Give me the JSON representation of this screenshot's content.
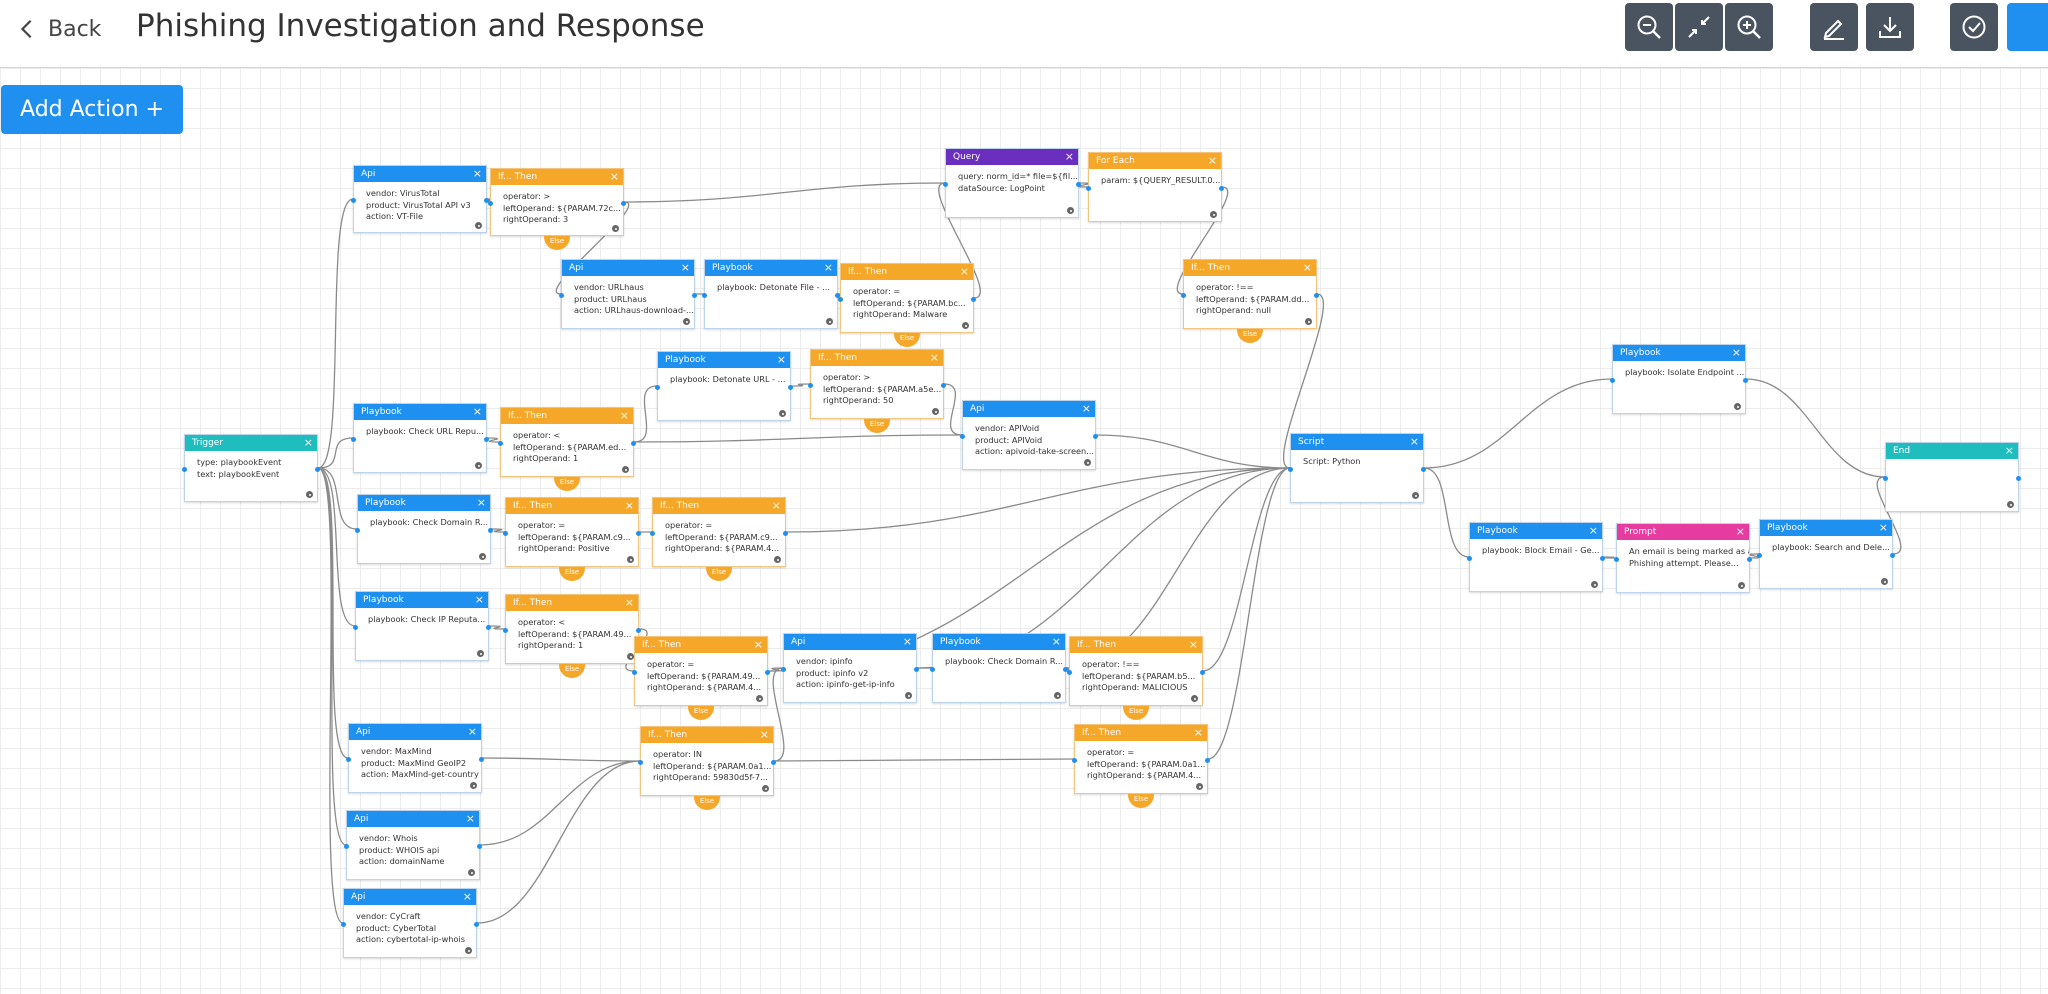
{
  "header": {
    "back_label": "Back",
    "title": "Phishing Investigation and Response",
    "toolbar": [
      {
        "id": "zoom-out",
        "icon": "zoom-out-icon"
      },
      {
        "id": "fit",
        "icon": "compress-icon"
      },
      {
        "id": "zoom-in",
        "icon": "zoom-in-icon"
      },
      {
        "id": "edit",
        "icon": "pencil-icon"
      },
      {
        "id": "download",
        "icon": "download-icon"
      },
      {
        "id": "validate",
        "icon": "check-circle-icon"
      }
    ]
  },
  "add_action_label": "Add Action +",
  "colors": {
    "api": "#1e90f0",
    "condition": "#f5a72a",
    "query": "#6b2fbf",
    "trigger": "#1fbdbd",
    "prompt": "#e63ca0",
    "accent": "#1f90f0"
  },
  "else_label": "Else",
  "close_glyph": "×",
  "nodes": [
    {
      "id": "trigger",
      "type": "trigger",
      "title": "Trigger",
      "lines": [
        "type: playbookEvent",
        "text: playbookEvent"
      ]
    },
    {
      "id": "api-vt",
      "type": "api",
      "title": "Api",
      "lines": [
        "vendor: VirusTotal",
        "product: VirusTotal API v3",
        "action: VT-File"
      ]
    },
    {
      "id": "if-vt",
      "type": "cond",
      "title": "If... Then",
      "lines": [
        "operator: >",
        "leftOperand: ${PARAM.72c...",
        "rightOperand: 3"
      ]
    },
    {
      "id": "query",
      "type": "query",
      "title": "Query",
      "lines": [
        "query: norm_id=* file=${fil...",
        "dataSource: LogPoint"
      ]
    },
    {
      "id": "foreach",
      "type": "cond",
      "title": "For Each",
      "lines": [
        "param: ${QUERY_RESULT.0...."
      ]
    },
    {
      "id": "api-urlhaus",
      "type": "api",
      "title": "Api",
      "lines": [
        "vendor: URLhaus",
        "product: URLhaus",
        "action: URLhaus-download-..."
      ]
    },
    {
      "id": "pb-detfile",
      "type": "playbook",
      "title": "Playbook",
      "lines": [
        "playbook: Detonate File - ..."
      ]
    },
    {
      "id": "if-malware",
      "type": "cond",
      "title": "If... Then",
      "lines": [
        "operator: =",
        "leftOperand: ${PARAM.bc...",
        "rightOperand: Malware"
      ]
    },
    {
      "id": "if-null",
      "type": "cond",
      "title": "If... Then",
      "lines": [
        "operator: !==",
        "leftOperand: ${PARAM.dd...",
        "rightOperand: null"
      ]
    },
    {
      "id": "pb-deturl",
      "type": "playbook",
      "title": "Playbook",
      "lines": [
        "playbook: Detonate URL - ..."
      ]
    },
    {
      "id": "if-50",
      "type": "cond",
      "title": "If... Then",
      "lines": [
        "operator: >",
        "leftOperand: ${PARAM.a5e...",
        "rightOperand: 50"
      ]
    },
    {
      "id": "pb-urlrep",
      "type": "playbook",
      "title": "Playbook",
      "lines": [
        "playbook: Check URL Repu..."
      ]
    },
    {
      "id": "if-url1",
      "type": "cond",
      "title": "If... Then",
      "lines": [
        "operator: <",
        "leftOperand: ${PARAM.ed...",
        "rightOperand: 1"
      ]
    },
    {
      "id": "api-apivoid",
      "type": "api",
      "title": "Api",
      "lines": [
        "vendor: APIVoid",
        "product: APIVoid",
        "action: apivoid-take-screen..."
      ]
    },
    {
      "id": "script",
      "type": "script",
      "title": "Script",
      "lines": [
        "Script: Python"
      ]
    },
    {
      "id": "pb-isolate",
      "type": "playbook",
      "title": "Playbook",
      "lines": [
        "playbook: Isolate Endpoint ..."
      ]
    },
    {
      "id": "end",
      "type": "end",
      "title": "End",
      "lines": []
    },
    {
      "id": "pb-domrep",
      "type": "playbook",
      "title": "Playbook",
      "lines": [
        "playbook: Check Domain R..."
      ]
    },
    {
      "id": "if-positive",
      "type": "cond",
      "title": "If... Then",
      "lines": [
        "operator: =",
        "leftOperand: ${PARAM.c9...",
        "rightOperand: Positive"
      ]
    },
    {
      "id": "if-c9b",
      "type": "cond",
      "title": "If... Then",
      "lines": [
        "operator: =",
        "leftOperand: ${PARAM.c9...",
        "rightOperand: ${PARAM.4..."
      ]
    },
    {
      "id": "pb-blockemail",
      "type": "playbook",
      "title": "Playbook",
      "lines": [
        "playbook: Block Email - Ge..."
      ]
    },
    {
      "id": "prompt",
      "type": "prompt",
      "title": "Prompt",
      "lines": [
        "An email is being marked as a",
        "Phishing attempt. Please..."
      ]
    },
    {
      "id": "pb-searchdel",
      "type": "playbook",
      "title": "Playbook",
      "lines": [
        "playbook: Search and Dele..."
      ]
    },
    {
      "id": "pb-iprep",
      "type": "playbook",
      "title": "Playbook",
      "lines": [
        "playbook: Check IP Reputa..."
      ]
    },
    {
      "id": "if-49a",
      "type": "cond",
      "title": "If... Then",
      "lines": [
        "operator: <",
        "leftOperand: ${PARAM.49...",
        "rightOperand: 1"
      ]
    },
    {
      "id": "if-49b",
      "type": "cond",
      "title": "If... Then",
      "lines": [
        "operator: =",
        "leftOperand: ${PARAM.49...",
        "rightOperand: ${PARAM.4..."
      ]
    },
    {
      "id": "api-ipinfo",
      "type": "api",
      "title": "Api",
      "lines": [
        "vendor: ipinfo",
        "product: ipinfo v2",
        "action: ipinfo-get-ip-info"
      ]
    },
    {
      "id": "pb-domrep2",
      "type": "playbook",
      "title": "Playbook",
      "lines": [
        "playbook: Check Domain R..."
      ]
    },
    {
      "id": "if-malicious",
      "type": "cond",
      "title": "If... Then",
      "lines": [
        "operator: !==",
        "leftOperand: ${PARAM.b5...",
        "rightOperand: MALICIOUS"
      ]
    },
    {
      "id": "api-maxmind",
      "type": "api",
      "title": "Api",
      "lines": [
        "vendor: MaxMind",
        "product: MaxMind GeoIP2",
        "action: MaxMind-get-country"
      ]
    },
    {
      "id": "if-in",
      "type": "cond",
      "title": "If... Then",
      "lines": [
        "operator: IN",
        "leftOperand: ${PARAM.0a1...",
        "rightOperand: 59830d5f-7..."
      ]
    },
    {
      "id": "if-0a1",
      "type": "cond",
      "title": "If... Then",
      "lines": [
        "operator: =",
        "leftOperand: ${PARAM.0a1...",
        "rightOperand: ${PARAM.4..."
      ]
    },
    {
      "id": "api-whois",
      "type": "api",
      "title": "Api",
      "lines": [
        "vendor: Whois",
        "product: WHOIS api",
        "action: domainName"
      ]
    },
    {
      "id": "api-cycraft",
      "type": "api",
      "title": "Api",
      "lines": [
        "vendor: CyCraft",
        "product: CyberTotal",
        "action: cybertotal-ip-whois"
      ]
    }
  ],
  "edges": [
    [
      "trigger",
      "api-vt"
    ],
    [
      "trigger",
      "pb-urlrep"
    ],
    [
      "trigger",
      "pb-domrep"
    ],
    [
      "trigger",
      "pb-iprep"
    ],
    [
      "trigger",
      "api-maxmind"
    ],
    [
      "trigger",
      "api-whois"
    ],
    [
      "trigger",
      "api-cycraft"
    ],
    [
      "api-vt",
      "if-vt"
    ],
    [
      "if-vt",
      "query"
    ],
    [
      "if-vt",
      "api-urlhaus"
    ],
    [
      "api-urlhaus",
      "pb-detfile"
    ],
    [
      "pb-detfile",
      "if-malware"
    ],
    [
      "if-malware",
      "query"
    ],
    [
      "query",
      "foreach"
    ],
    [
      "foreach",
      "if-null"
    ],
    [
      "if-null",
      "script"
    ],
    [
      "pb-urlrep",
      "if-url1"
    ],
    [
      "if-url1",
      "pb-deturl"
    ],
    [
      "pb-deturl",
      "if-50"
    ],
    [
      "if-50",
      "api-apivoid"
    ],
    [
      "api-apivoid",
      "script"
    ],
    [
      "if-url1",
      "api-apivoid"
    ],
    [
      "pb-domrep",
      "if-positive"
    ],
    [
      "if-positive",
      "if-c9b"
    ],
    [
      "if-c9b",
      "script"
    ],
    [
      "pb-iprep",
      "if-49a"
    ],
    [
      "if-49a",
      "if-49b"
    ],
    [
      "if-49b",
      "api-ipinfo"
    ],
    [
      "api-ipinfo",
      "pb-domrep2"
    ],
    [
      "pb-domrep2",
      "if-malicious"
    ],
    [
      "if-malicious",
      "script"
    ],
    [
      "api-ipinfo",
      "script"
    ],
    [
      "pb-domrep2",
      "script"
    ],
    [
      "api-maxmind",
      "if-in"
    ],
    [
      "if-in",
      "if-0a1"
    ],
    [
      "if-in",
      "api-ipinfo"
    ],
    [
      "if-0a1",
      "script"
    ],
    [
      "api-whois",
      "if-in"
    ],
    [
      "api-cycraft",
      "if-in"
    ],
    [
      "if-49b",
      "script"
    ],
    [
      "script",
      "pb-isolate"
    ],
    [
      "pb-isolate",
      "end"
    ],
    [
      "script",
      "pb-blockemail"
    ],
    [
      "pb-blockemail",
      "prompt"
    ],
    [
      "prompt",
      "pb-searchdel"
    ],
    [
      "pb-searchdel",
      "end"
    ]
  ],
  "else_nodes": [
    "if-vt",
    "if-malware",
    "if-null",
    "if-50",
    "if-url1",
    "if-positive",
    "if-c9b",
    "if-49a",
    "if-49b",
    "if-malicious",
    "if-0a1",
    "if-in"
  ]
}
